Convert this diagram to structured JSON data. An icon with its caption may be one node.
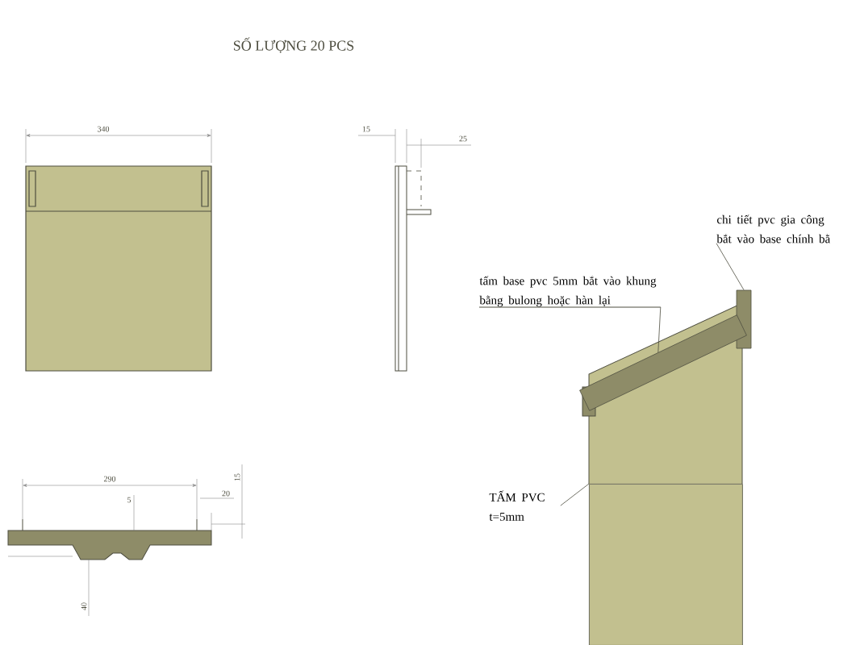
{
  "diagram": {
    "nodes": [
      {
        "text": [
          "chi tiết pvc gia công bắt vào base chính bằ"
        ]
      },
      {
        "text": [],
        "shape": "box"
      },
      {
        "text": [
          "tấm base pvc 5mm bắt vào khung bằng bulong hoặc hàn lại"
        ]
      },
      {
        "text": [],
        "shape": "box"
      },
      {
        "text": [
          "TẤM PVC t=5mm"
        ]
      },
      {
        "text": [],
        "shape": "box"
      }
    ],
    "edges": [
      {
        "from": 0,
        "to": 1,
        "arrow": "none"
      },
      {
        "from": 2,
        "to": 3,
        "arrow": "none"
      },
      {
        "from": 4,
        "to": 5,
        "arrow": "none"
      }
    ],
    "labels": [
      "SỐ LƯỢNG 20 PCS",
      "340",
      "15",
      "25",
      "290",
      "5",
      "20",
      "15",
      "40"
    ]
  }
}
